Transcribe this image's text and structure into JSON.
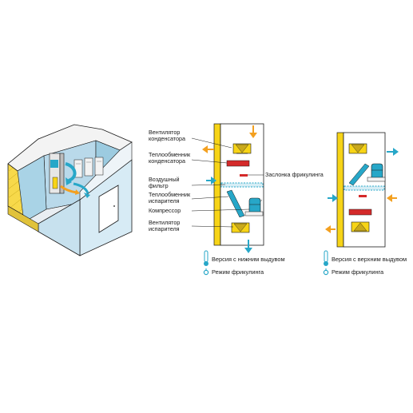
{
  "colors": {
    "yellow": "#f7d417",
    "blue": "#27a7c8",
    "orange": "#f3a020",
    "red": "#d42a2a",
    "outline": "#1a1a1a",
    "room_wall": "#b9d9ea",
    "room_floor": "#e9eef2",
    "brick": "#f7d94a"
  },
  "labels": {
    "condenser_fan": [
      "Вентилятор",
      "конденсатора"
    ],
    "condenser_hx": [
      "Теплообменник",
      "конденсатора"
    ],
    "air_filter": [
      "Воздушный",
      "фильтр"
    ],
    "evaporator_hx": [
      "Теплообменник",
      "испарителя"
    ],
    "compressor": [
      "Компрессор"
    ],
    "evaporator_fan": [
      "Вентилятор",
      "испарителя"
    ],
    "freecooling_damper": [
      "Заслонка фрикулинга"
    ]
  },
  "legend_left": {
    "bottom_exhaust": "Версия с нижним выдувом",
    "freecooling_mode": "Режим фрикулинга"
  },
  "legend_right": {
    "top_exhaust": "Версия с верхним выдувом",
    "freecooling_mode": "Режим фрикулинга"
  },
  "icons": {
    "thermometer": "thermometer-icon",
    "freecooling": "freecooling-icon",
    "fan": "fan-icon",
    "compressor": "compressor-icon",
    "arrow": "arrow-icon"
  }
}
